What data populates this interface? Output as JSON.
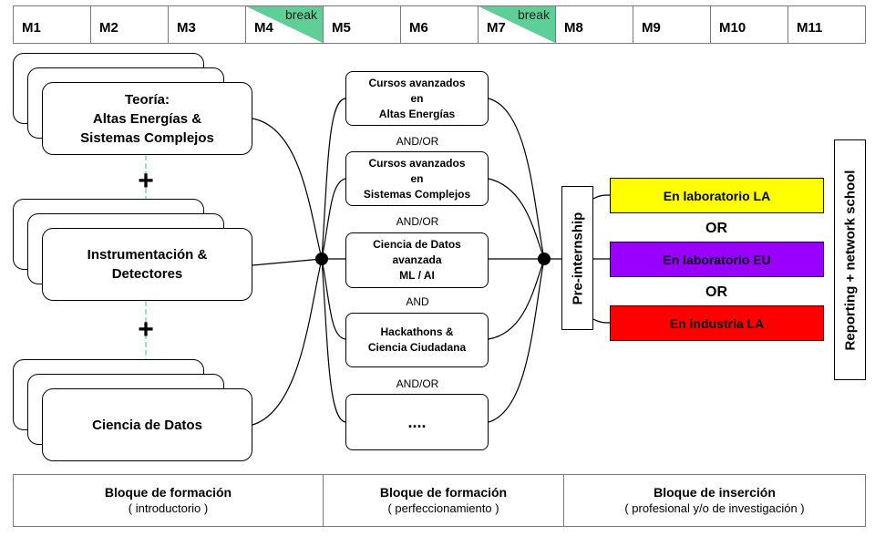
{
  "months": [
    {
      "label": "M1",
      "break": false
    },
    {
      "label": "M2",
      "break": false
    },
    {
      "label": "M3",
      "break": false
    },
    {
      "label": "M4",
      "break": true
    },
    {
      "label": "M5",
      "break": false
    },
    {
      "label": "M6",
      "break": false
    },
    {
      "label": "M7",
      "break": true
    },
    {
      "label": "M8",
      "break": false
    },
    {
      "label": "M9",
      "break": false
    },
    {
      "label": "M10",
      "break": false
    },
    {
      "label": "M11",
      "break": false
    }
  ],
  "break_label": "break",
  "colors": {
    "break": "#5fcf98",
    "lab_la": "#ffff00",
    "lab_eu": "#9900ff",
    "industria": "#ff0000"
  },
  "intro_blocks": {
    "teoria": "Teoría:\nAltas Energías &\nSistemas Complejos",
    "instrumentacion": "Instrumentación &\nDetectores",
    "ciencia_datos": "Ciencia de Datos",
    "plus": "+"
  },
  "advanced_blocks": [
    "Cursos avanzados\nen\nAltas Energías",
    "Cursos avanzados\nen\nSistemas Complejos",
    "Ciencia de Datos\navanzada\nML / AI",
    "Hackathons &\nCiencia Ciudadana",
    "...."
  ],
  "connectors": [
    "AND/OR",
    "AND/OR",
    "AND",
    "AND/OR"
  ],
  "pre_internship": "Pre-internship",
  "placements": [
    "En laboratorio LA",
    "En laboratorio EU",
    "En industria LA"
  ],
  "or_label": "OR",
  "reporting": "Reporting + network school",
  "footer": [
    {
      "title": "Bloque de formación",
      "subtitle": "( introductorio )"
    },
    {
      "title": "Bloque de formación",
      "subtitle": "( perfeccionamiento )"
    },
    {
      "title": "Bloque de inserción",
      "subtitle": "( profesional y/o de investigación )"
    }
  ]
}
